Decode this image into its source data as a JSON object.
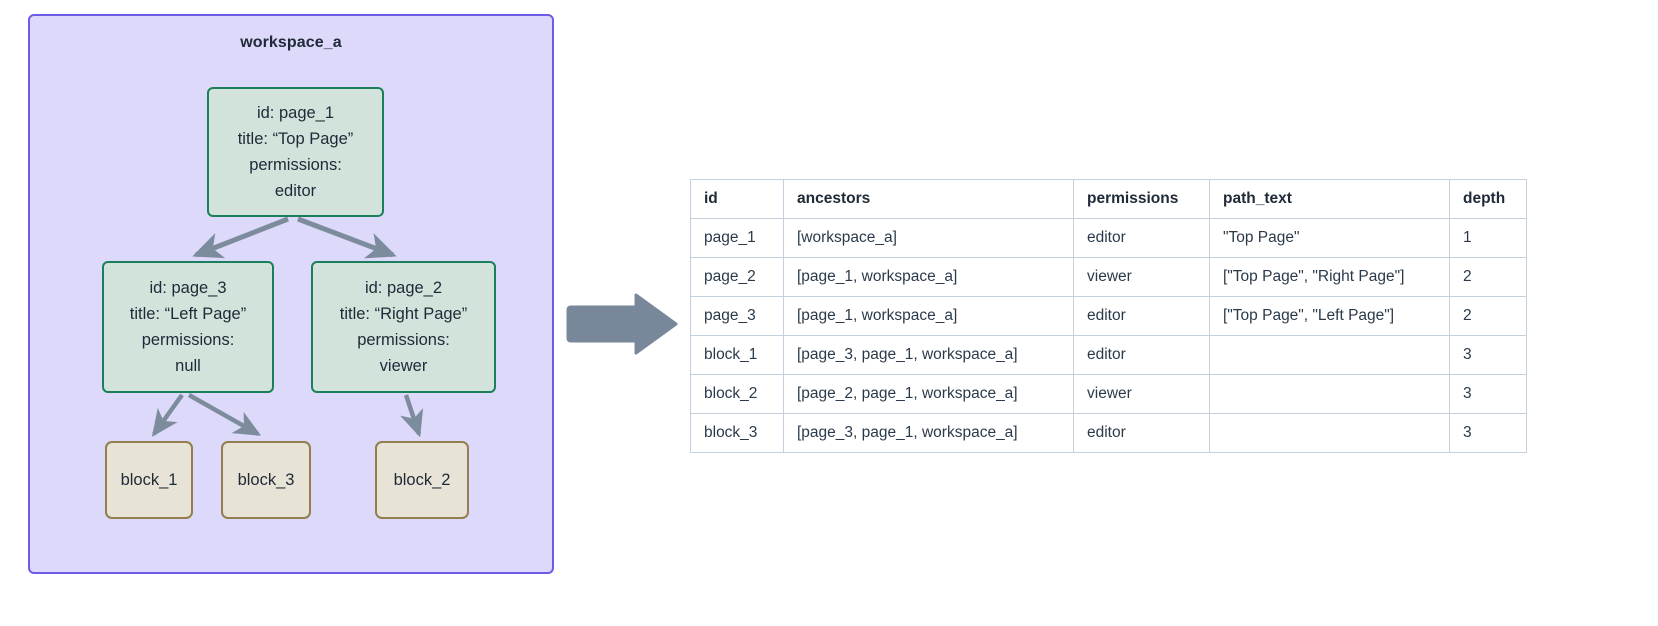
{
  "workspace": {
    "title": "workspace_a",
    "colors": {
      "container_border": "#6c5ce7",
      "container_fill": "#dcd9fa",
      "page_border": "#1a7f5a",
      "page_fill": "#d2e3dc",
      "block_border": "#937f4d",
      "block_fill": "#e8e3d7",
      "edge": "#7d8c9c",
      "arrow": "#78889a",
      "table_border": "#c5d0de"
    },
    "nodes": [
      {
        "key": "page_1",
        "type": "page",
        "lines": [
          "id: page_1",
          "title: “Top Page”",
          "permissions:",
          "editor"
        ]
      },
      {
        "key": "page_3",
        "type": "page",
        "lines": [
          "id: page_3",
          "title: “Left Page”",
          "permissions:",
          "null"
        ]
      },
      {
        "key": "page_2",
        "type": "page",
        "lines": [
          "id: page_2",
          "title: “Right Page”",
          "permissions:",
          "viewer"
        ]
      },
      {
        "key": "block_1",
        "type": "block",
        "label": "block_1"
      },
      {
        "key": "block_3",
        "type": "block",
        "label": "block_3"
      },
      {
        "key": "block_2",
        "type": "block",
        "label": "block_2"
      }
    ],
    "edges": [
      {
        "from": "page_1",
        "to": "page_3"
      },
      {
        "from": "page_1",
        "to": "page_2"
      },
      {
        "from": "page_3",
        "to": "block_1"
      },
      {
        "from": "page_3",
        "to": "block_3"
      },
      {
        "from": "page_2",
        "to": "block_2"
      }
    ]
  },
  "transition": {
    "icon": "right-arrow-icon"
  },
  "table": {
    "columns": [
      "id",
      "ancestors",
      "permissions",
      "path_text",
      "depth"
    ],
    "rows": [
      {
        "id": "page_1",
        "ancestors": "[workspace_a]",
        "permissions": "editor",
        "path_text": "\"Top Page\"",
        "depth": "1"
      },
      {
        "id": "page_2",
        "ancestors": "[page_1, workspace_a]",
        "permissions": "viewer",
        "path_text": "[\"Top Page\", \"Right Page\"]",
        "depth": "2"
      },
      {
        "id": "page_3",
        "ancestors": "[page_1, workspace_a]",
        "permissions": "editor",
        "path_text": "[\"Top Page\", \"Left Page\"]",
        "depth": "2"
      },
      {
        "id": "block_1",
        "ancestors": "[page_3, page_1, workspace_a]",
        "permissions": "editor",
        "path_text": "",
        "depth": "3"
      },
      {
        "id": "block_2",
        "ancestors": "[page_2, page_1, workspace_a]",
        "permissions": "viewer",
        "path_text": "",
        "depth": "3"
      },
      {
        "id": "block_3",
        "ancestors": "[page_3, page_1, workspace_a]",
        "permissions": "editor",
        "path_text": "",
        "depth": "3"
      }
    ]
  }
}
